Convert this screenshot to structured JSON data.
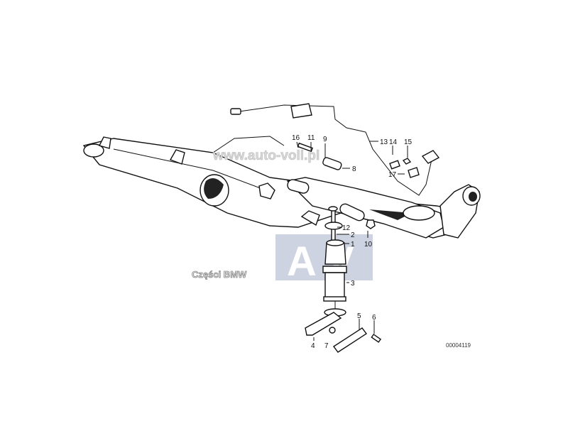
{
  "diagram": {
    "callouts": {
      "p1": "1",
      "p2": "2",
      "p3": "3",
      "p4": "4",
      "p5": "5",
      "p6": "6",
      "p7": "7",
      "p8": "8",
      "p9": "9",
      "p10": "10",
      "p11": "11",
      "p12": "12",
      "p13": "13",
      "p14": "14",
      "p15": "15",
      "p16": "16",
      "p17": "17"
    },
    "drawing_code": "00004119"
  },
  "watermarks": {
    "site": "www.auto-voll.pl",
    "parts": "Części BMW",
    "logo": "AV"
  },
  "colors": {
    "logo_box": "#c9cfdd",
    "line": "#111111"
  }
}
